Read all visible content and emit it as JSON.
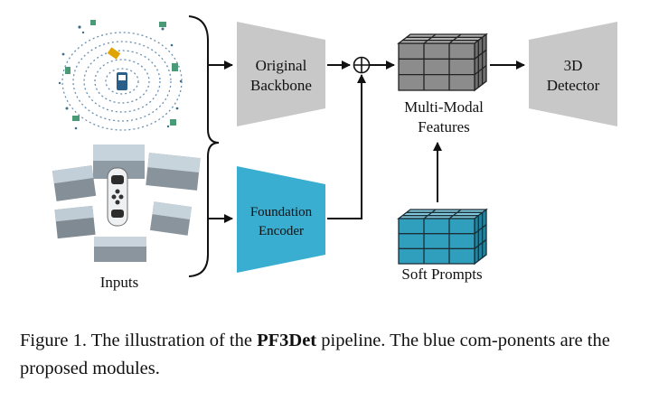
{
  "inputs_label": "Inputs",
  "original_backbone": {
    "line1": "Original",
    "line2": "Backbone"
  },
  "foundation_encoder": {
    "line1": "Foundation",
    "line2": "Encoder"
  },
  "multi_modal_features": {
    "line1": "Multi-Modal",
    "line2": "Features"
  },
  "soft_prompts": "Soft Prompts",
  "detector": {
    "line1": "3D",
    "line2": "Detector"
  },
  "caption": {
    "prefix": "Figure 1. The illustration of the ",
    "bold": "PF3Det",
    "suffix": " pipeline. The blue com-ponents are the proposed modules."
  },
  "colors": {
    "gray_block": "#c8c8c8",
    "blue_block": "#3aaed1",
    "cube_gray": "#8c8c8c",
    "cube_blue": "#2f9fbd",
    "ink": "#111111"
  }
}
